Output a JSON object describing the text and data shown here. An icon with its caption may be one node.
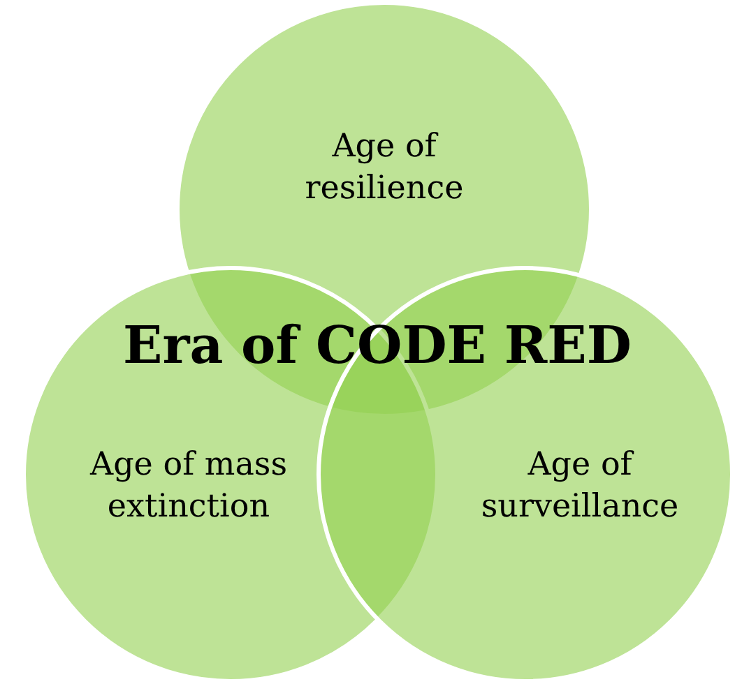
{
  "diagram": {
    "title": "Era of CODE RED",
    "nodes": [
      {
        "text": [
          "Age of resilience"
        ]
      },
      {
        "text": [
          "Age of mass extinction"
        ]
      },
      {
        "text": [
          "Age of surveillance"
        ]
      }
    ]
  }
}
